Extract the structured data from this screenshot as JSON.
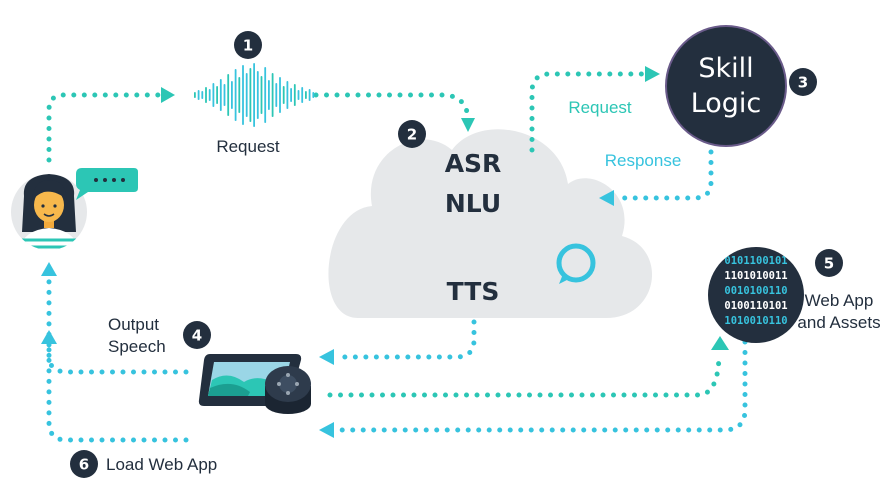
{
  "colors": {
    "accent_teal": "#2cc6b5",
    "accent_blue": "#37c3de",
    "dark": "#232f3e",
    "cloud": "#e6e8ea"
  },
  "steps": [
    {
      "num": "1",
      "label": "Request"
    },
    {
      "num": "2",
      "lines": [
        "ASR",
        "NLU",
        "TTS"
      ]
    },
    {
      "num": "3",
      "lines": [
        "Skill",
        "Logic"
      ]
    },
    {
      "num": "4",
      "lines": [
        "Output",
        "Speech"
      ]
    },
    {
      "num": "5",
      "lines": [
        "Web App",
        "and Assets"
      ]
    },
    {
      "num": "6",
      "label": "Load Web App"
    }
  ],
  "arrows": {
    "request_label": "Request",
    "response_label": "Response"
  },
  "icons": {
    "user": "user-avatar-icon",
    "speech_bubble": "speech-bubble-icon",
    "waveform": "audio-waveform-icon",
    "cloud": "cloud-icon",
    "alexa": "alexa-logo-icon",
    "device": "echo-show-device-icon",
    "speaker": "echo-dot-speaker-icon",
    "binary": "binary-code-icon"
  },
  "binary_rows": [
    "0101100101",
    "1101010011",
    "0010100110",
    "0100110101",
    "1010010110"
  ]
}
